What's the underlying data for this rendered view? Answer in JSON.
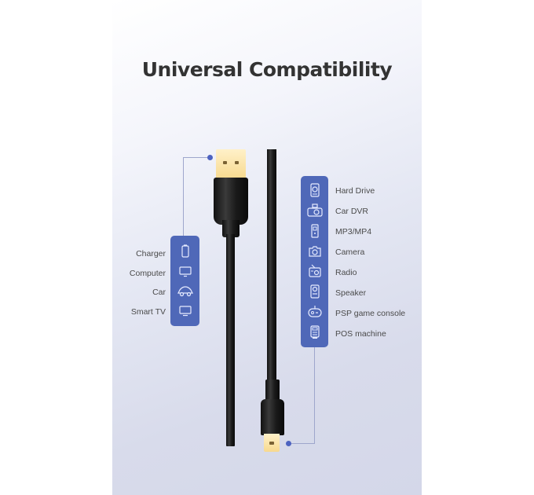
{
  "title": "Universal Compatibility",
  "left_devices": [
    {
      "label": "Charger",
      "icon": "charger-icon"
    },
    {
      "label": "Computer",
      "icon": "computer-icon"
    },
    {
      "label": "Car",
      "icon": "car-icon"
    },
    {
      "label": "Smart TV",
      "icon": "smart-tv-icon"
    }
  ],
  "right_devices": [
    {
      "label": "Hard Drive",
      "icon": "hard-drive-icon"
    },
    {
      "label": "Car DVR",
      "icon": "car-dvr-icon"
    },
    {
      "label": "MP3/MP4",
      "icon": "mp3-player-icon"
    },
    {
      "label": "Camera",
      "icon": "camera-icon"
    },
    {
      "label": "Radio",
      "icon": "radio-icon"
    },
    {
      "label": "Speaker",
      "icon": "speaker-icon"
    },
    {
      "label": "PSP game console",
      "icon": "game-console-icon"
    },
    {
      "label": "POS machine",
      "icon": "pos-machine-icon"
    }
  ],
  "colors": {
    "accent": "#4f68b8",
    "connector_line": "#9ea6cc",
    "title": "#333333",
    "panel_bottom": "#d4d7e9"
  }
}
